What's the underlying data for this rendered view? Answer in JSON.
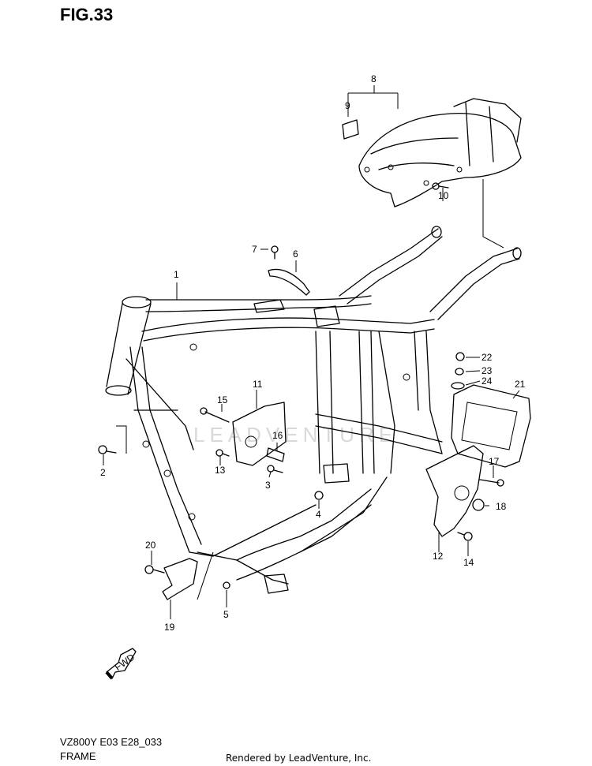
{
  "figure": {
    "title": "FIG.33"
  },
  "footer": {
    "model_code": "VZ800Y E03 E28_033",
    "section_name": "FRAME",
    "rendered_by": "Rendered by LeadVenture, Inc."
  },
  "watermark": "LEADVENTURE",
  "fwd_label": "FWD",
  "callouts": [
    {
      "id": "c1",
      "label": "1"
    },
    {
      "id": "c2",
      "label": "2"
    },
    {
      "id": "c3",
      "label": "3"
    },
    {
      "id": "c4",
      "label": "4"
    },
    {
      "id": "c5",
      "label": "5"
    },
    {
      "id": "c6",
      "label": "6"
    },
    {
      "id": "c7",
      "label": "7"
    },
    {
      "id": "c8",
      "label": "8"
    },
    {
      "id": "c9",
      "label": "9"
    },
    {
      "id": "c10",
      "label": "10"
    },
    {
      "id": "c11",
      "label": "11"
    },
    {
      "id": "c12",
      "label": "12"
    },
    {
      "id": "c13",
      "label": "13"
    },
    {
      "id": "c14",
      "label": "14"
    },
    {
      "id": "c15",
      "label": "15"
    },
    {
      "id": "c16",
      "label": "16"
    },
    {
      "id": "c17",
      "label": "17"
    },
    {
      "id": "c18",
      "label": "18"
    },
    {
      "id": "c19",
      "label": "19"
    },
    {
      "id": "c20",
      "label": "20"
    },
    {
      "id": "c21",
      "label": "21"
    },
    {
      "id": "c22",
      "label": "22"
    },
    {
      "id": "c23",
      "label": "23"
    },
    {
      "id": "c24",
      "label": "24"
    }
  ]
}
